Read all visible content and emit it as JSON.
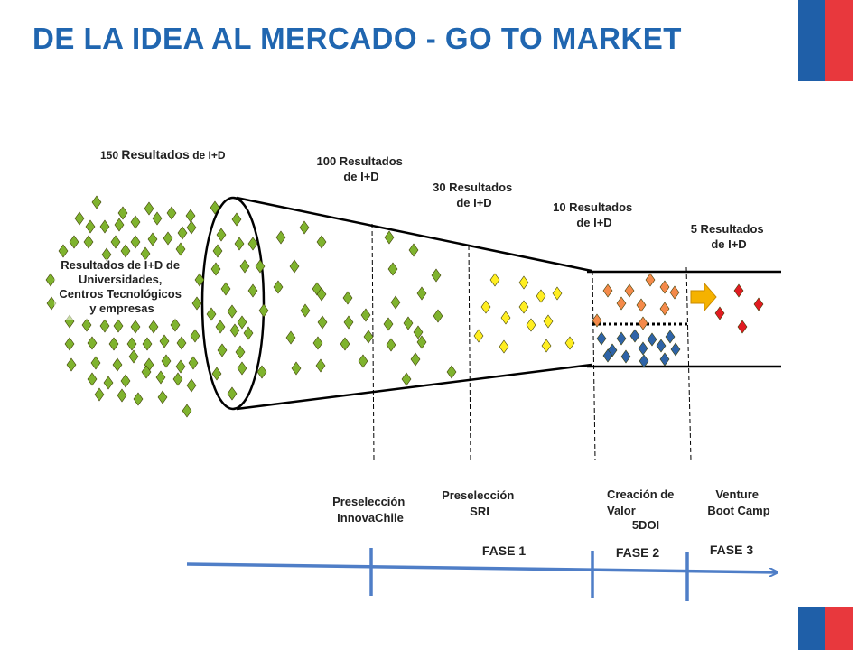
{
  "title": "DE LA IDEA AL MERCADO - GO TO MARKET",
  "colors": {
    "title": "#2066b0",
    "flag_blue": "#1f5fa8",
    "flag_red": "#e8383d",
    "green": "#7fb32e",
    "yellow": "#ffee22",
    "orange": "#f48a4a",
    "navy": "#2e63a7",
    "red": "#e11b22",
    "arrow": "#f5b200",
    "timeline": "#4f7ec7"
  },
  "stage_counts": {
    "s150_num": "150",
    "s150_word": "Resultados",
    "s150_tail": "de I+D",
    "s100": [
      "100 Resultados",
      "de I+D"
    ],
    "s30": [
      "30 Resultados",
      "de I+D"
    ],
    "s10": [
      "10 Resultados",
      "de I+D"
    ],
    "s5": [
      "5 Resultados",
      "de I+D"
    ]
  },
  "source_label": [
    "Resultados de I+D de",
    "Universidades,",
    "Centros Tecnológicos",
    "y empresas"
  ],
  "milestones": {
    "innovachile": [
      "Preselección",
      "InnovaChile"
    ],
    "sri": [
      "Preselección",
      "SRI"
    ],
    "creacion": [
      "Creación de",
      "Valor"
    ],
    "doi": "5DOI",
    "venture": [
      "Venture",
      "Boot Camp"
    ]
  },
  "phases": {
    "fase1": "FASE 1",
    "fase2": "FASE 2",
    "fase3": "FASE 3"
  }
}
